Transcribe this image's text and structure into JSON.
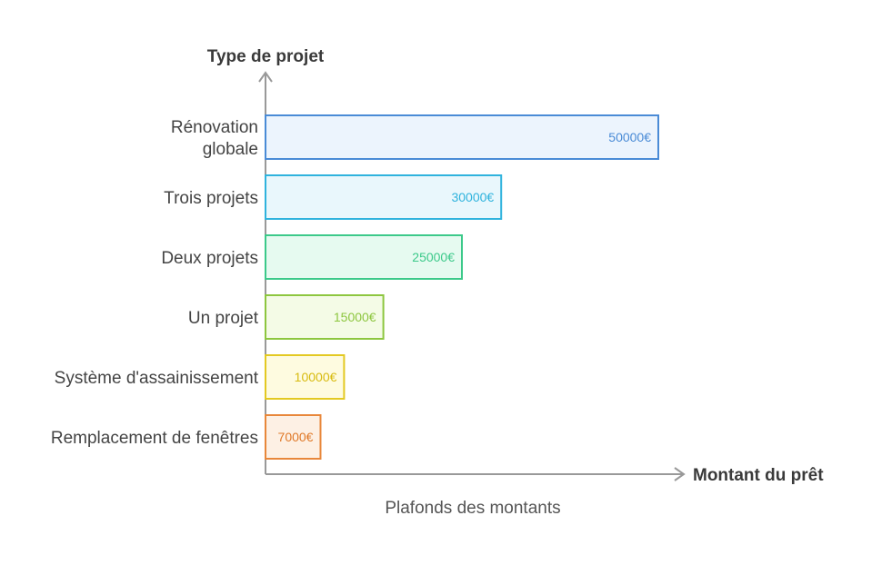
{
  "chart_data": {
    "type": "bar",
    "orientation": "horizontal",
    "ylabel": "Type de projet",
    "xlabel": "Montant du prêt",
    "caption": "Plafonds des montants",
    "categories": [
      [
        "Rénovation",
        "globale"
      ],
      [
        "Trois projets"
      ],
      [
        "Deux projets"
      ],
      [
        "Un projet"
      ],
      [
        "Système d'assainissement"
      ],
      [
        "Remplacement de fenêtres"
      ]
    ],
    "values": [
      50000,
      30000,
      25000,
      15000,
      10000,
      7000
    ],
    "value_labels": [
      "50000€",
      "30000€",
      "25000€",
      "15000€",
      "10000€",
      "7000€"
    ],
    "colors": [
      {
        "stroke": "#4a8bd6",
        "fill": "#ecf4fd",
        "text": "#4a8bd6"
      },
      {
        "stroke": "#2fb3dd",
        "fill": "#e9f7fc",
        "text": "#2fb3dd"
      },
      {
        "stroke": "#3cc98a",
        "fill": "#e6faf0",
        "text": "#3cc98a"
      },
      {
        "stroke": "#8dc63f",
        "fill": "#f4fbe6",
        "text": "#8dc63f"
      },
      {
        "stroke": "#e3c922",
        "fill": "#fefbe0",
        "text": "#d8bb10"
      },
      {
        "stroke": "#e8873a",
        "fill": "#fdf0e4",
        "text": "#e07a2a"
      }
    ],
    "axis_color": "#999999",
    "grid": false
  }
}
